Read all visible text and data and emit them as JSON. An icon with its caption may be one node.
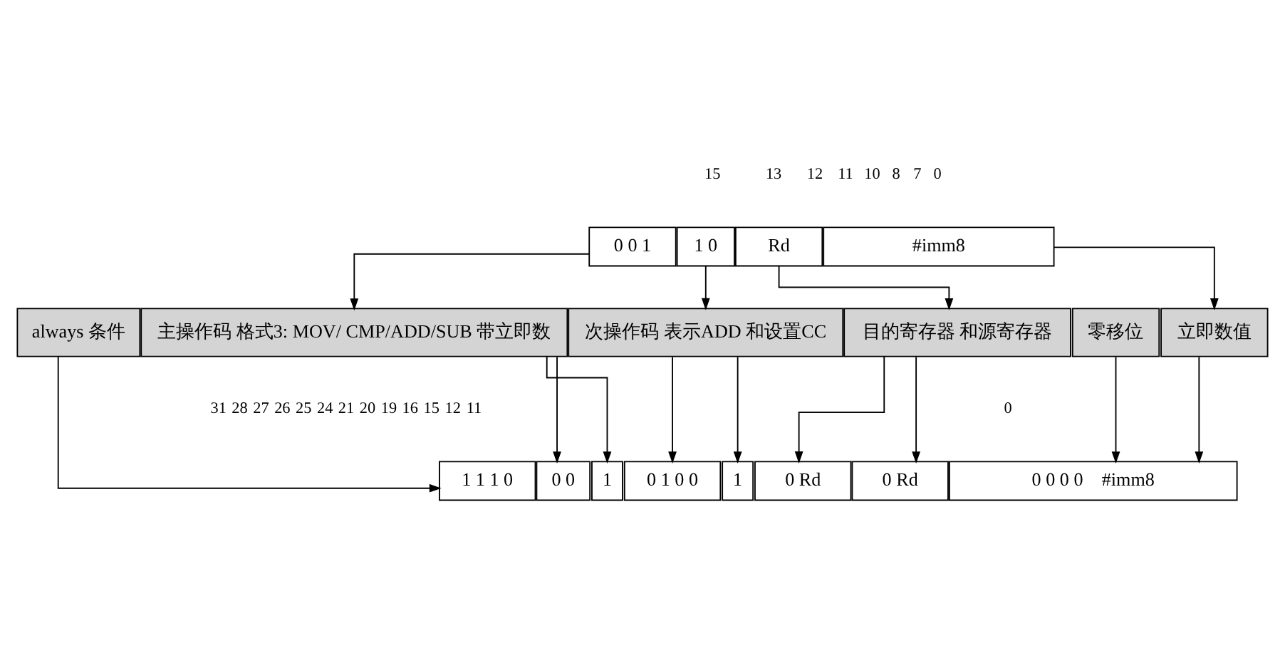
{
  "diagram": {
    "nodes": [
      {
        "text": [
          "0 0 1"
        ]
      },
      {
        "text": [
          "1 0"
        ]
      },
      {
        "text": [
          "Rd"
        ]
      },
      {
        "text": [
          "#imm8"
        ]
      },
      {
        "text": [
          "always 条件"
        ]
      },
      {
        "text": [
          "主操作码 格式3: MOV/ CMP/ADD/SUB 带立即数"
        ]
      },
      {
        "text": [
          "次操作码 表示ADD 和设置CC"
        ]
      },
      {
        "text": [
          "目的寄存器 和源寄存器"
        ]
      },
      {
        "text": [
          "零移位"
        ]
      },
      {
        "text": [
          "立即数值"
        ]
      },
      {
        "text": [
          "1 1 1 0"
        ]
      },
      {
        "text": [
          "0 0"
        ]
      },
      {
        "text": [
          "1"
        ]
      },
      {
        "text": [
          "0 1 0 0"
        ]
      },
      {
        "text": [
          "1"
        ]
      },
      {
        "text": [
          "0 Rd"
        ]
      },
      {
        "text": [
          "0 Rd"
        ]
      },
      {
        "text": [
          "0 0 0 0",
          "#imm8"
        ]
      }
    ],
    "edges": [
      {
        "from": 0,
        "to": 5,
        "arrow": "to"
      },
      {
        "from": 1,
        "to": 6,
        "arrow": "to"
      },
      {
        "from": 2,
        "to": 7,
        "arrow": "to"
      },
      {
        "from": 3,
        "to": 9,
        "arrow": "to"
      },
      {
        "from": 4,
        "to": 10,
        "arrow": "to"
      },
      {
        "from": 5,
        "to": 11,
        "arrow": "to"
      },
      {
        "from": 5,
        "to": 12,
        "arrow": "to"
      },
      {
        "from": 6,
        "to": 13,
        "arrow": "to"
      },
      {
        "from": 6,
        "to": 14,
        "arrow": "to"
      },
      {
        "from": 7,
        "to": 15,
        "arrow": "to"
      },
      {
        "from": 7,
        "to": 16,
        "arrow": "to"
      },
      {
        "from": 8,
        "to": 17,
        "arrow": "to"
      },
      {
        "from": 9,
        "to": 17,
        "arrow": "to"
      }
    ],
    "labels": [
      "15",
      "13",
      "12",
      "11",
      "10",
      "8",
      "7",
      "0",
      "31",
      "28",
      "27",
      "26",
      "25",
      "24",
      "21",
      "20",
      "19",
      "16",
      "15",
      "12",
      "11",
      "0"
    ]
  }
}
